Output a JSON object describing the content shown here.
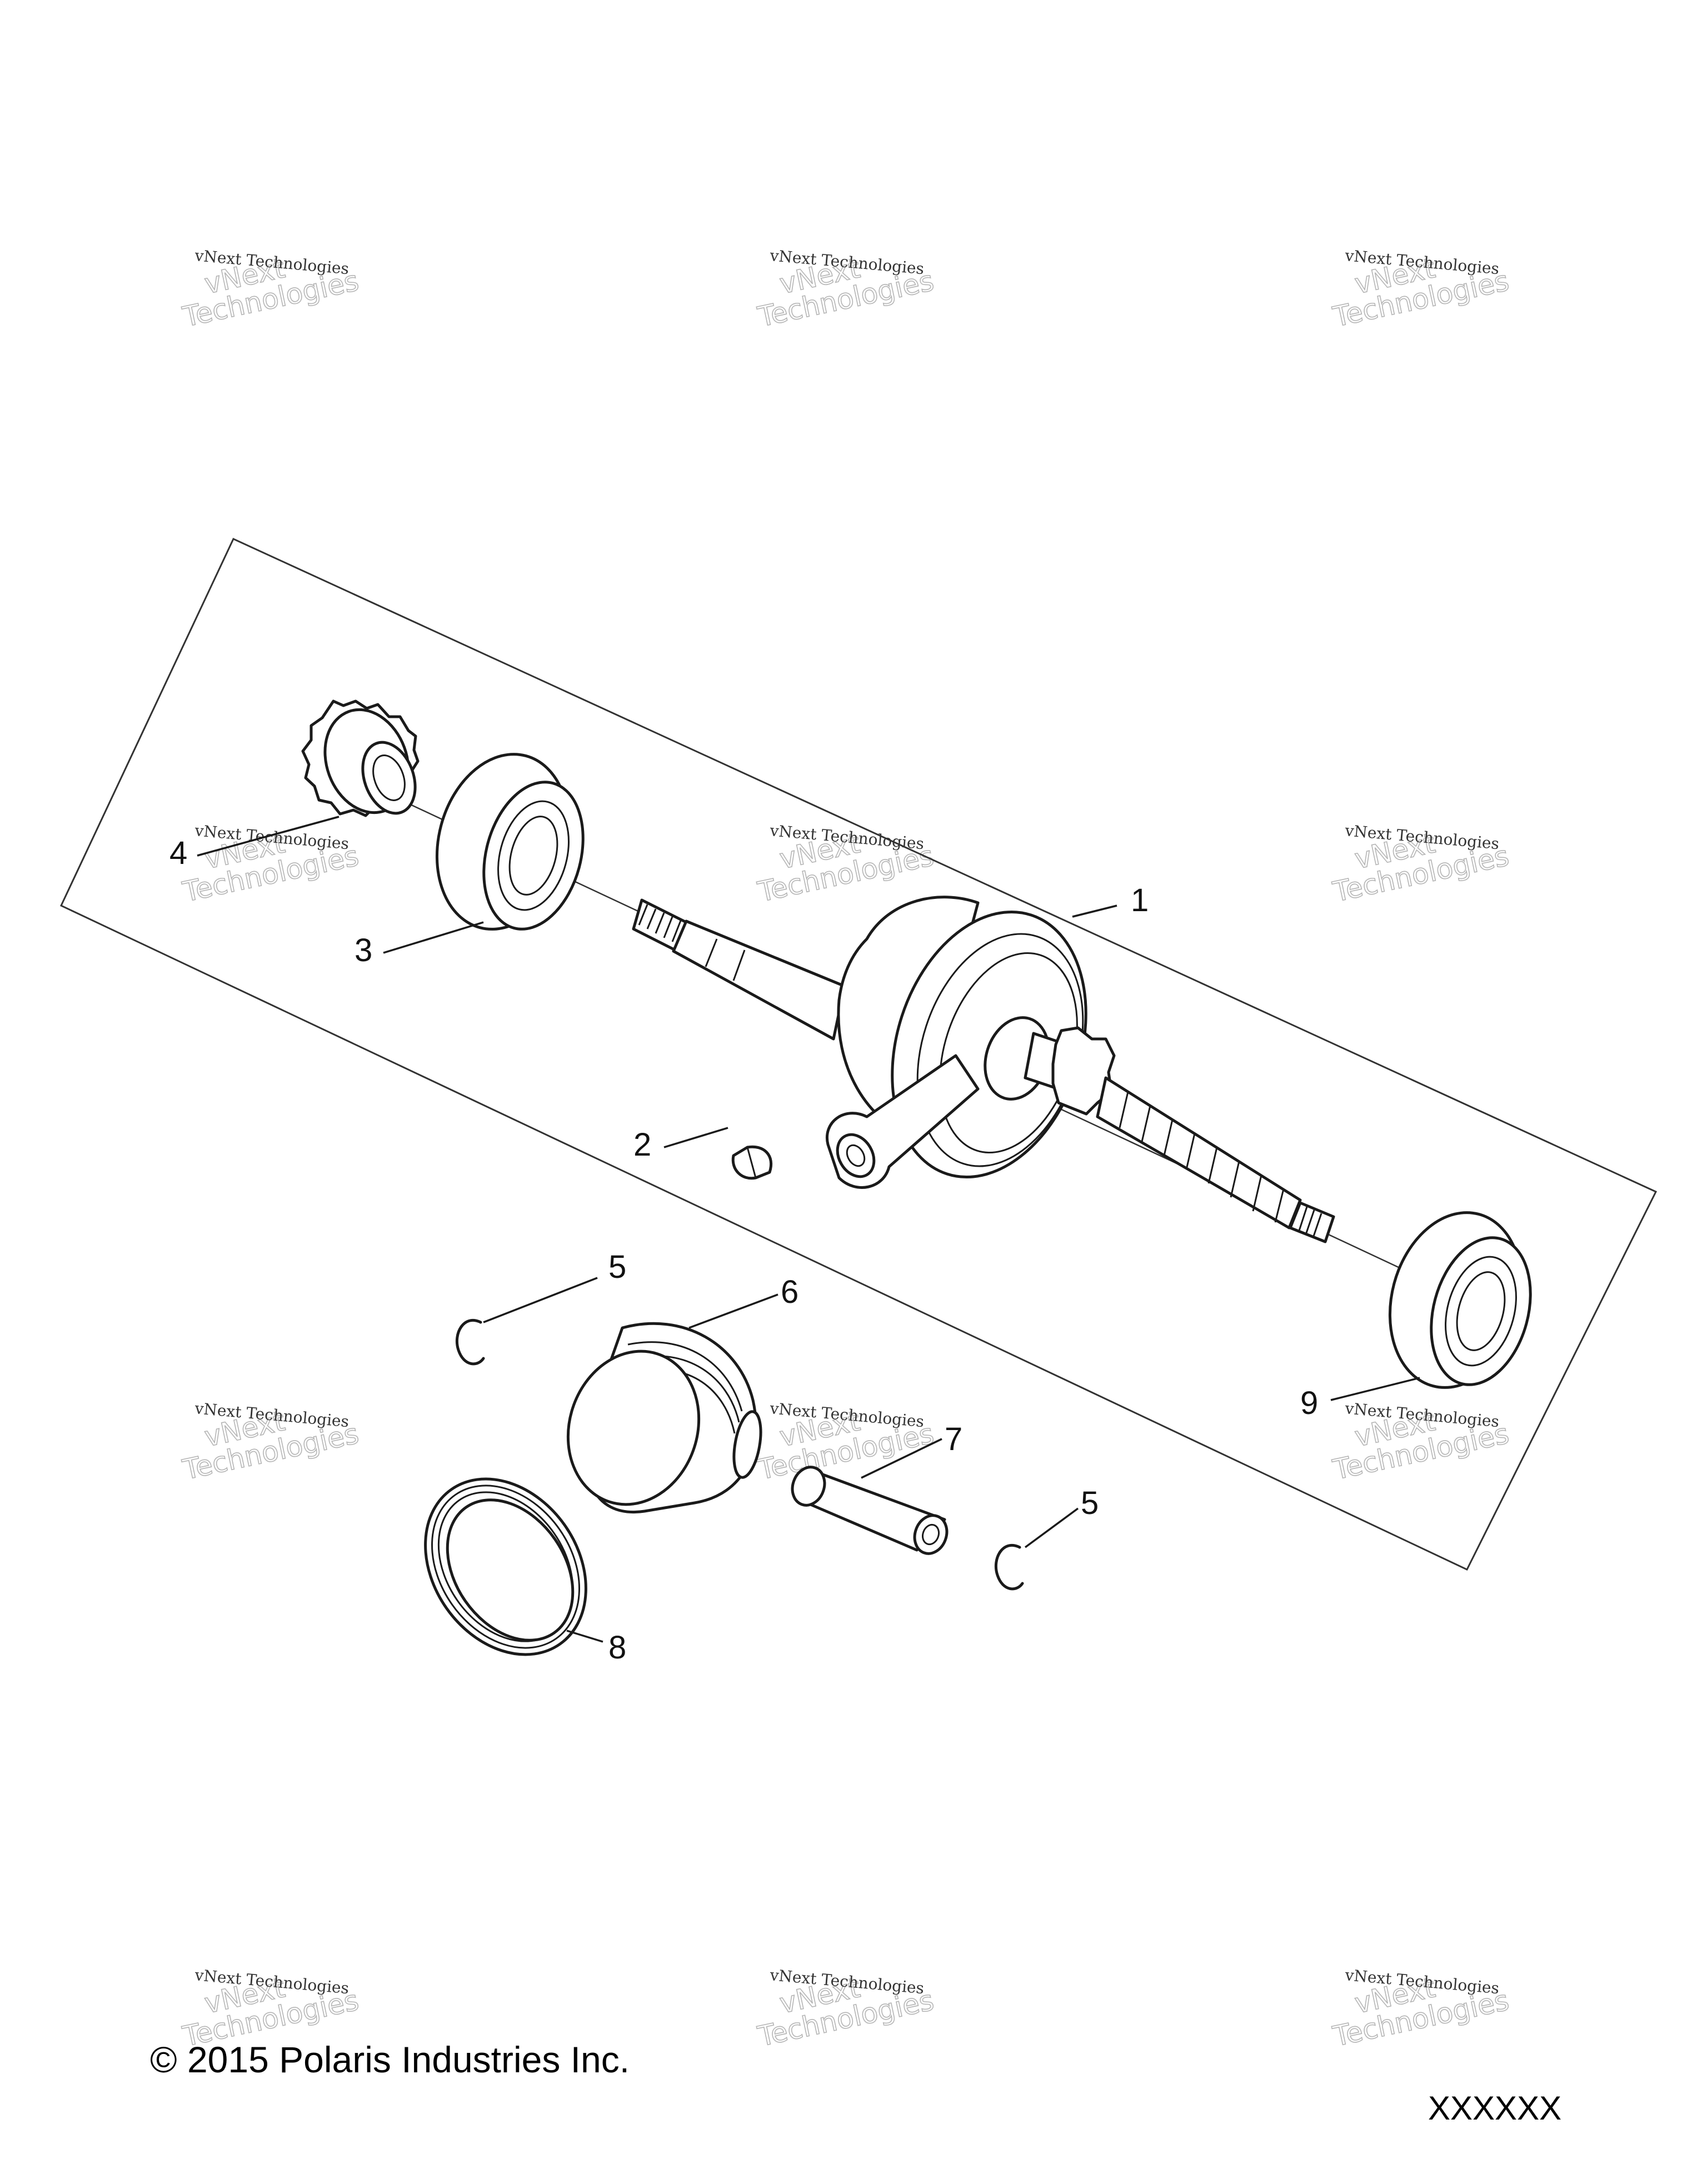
{
  "watermark": {
    "line1": "vNext Technologies",
    "line2": "vNext",
    "line3": "Technologies"
  },
  "callouts": {
    "c1": "1",
    "c2": "2",
    "c3": "3",
    "c4": "4",
    "c5a": "5",
    "c5b": "5",
    "c6": "6",
    "c7": "7",
    "c8": "8",
    "c9": "9"
  },
  "footer": {
    "copyright": "© 2015 Polaris Industries Inc.",
    "figure_code": "XXXXXX"
  }
}
